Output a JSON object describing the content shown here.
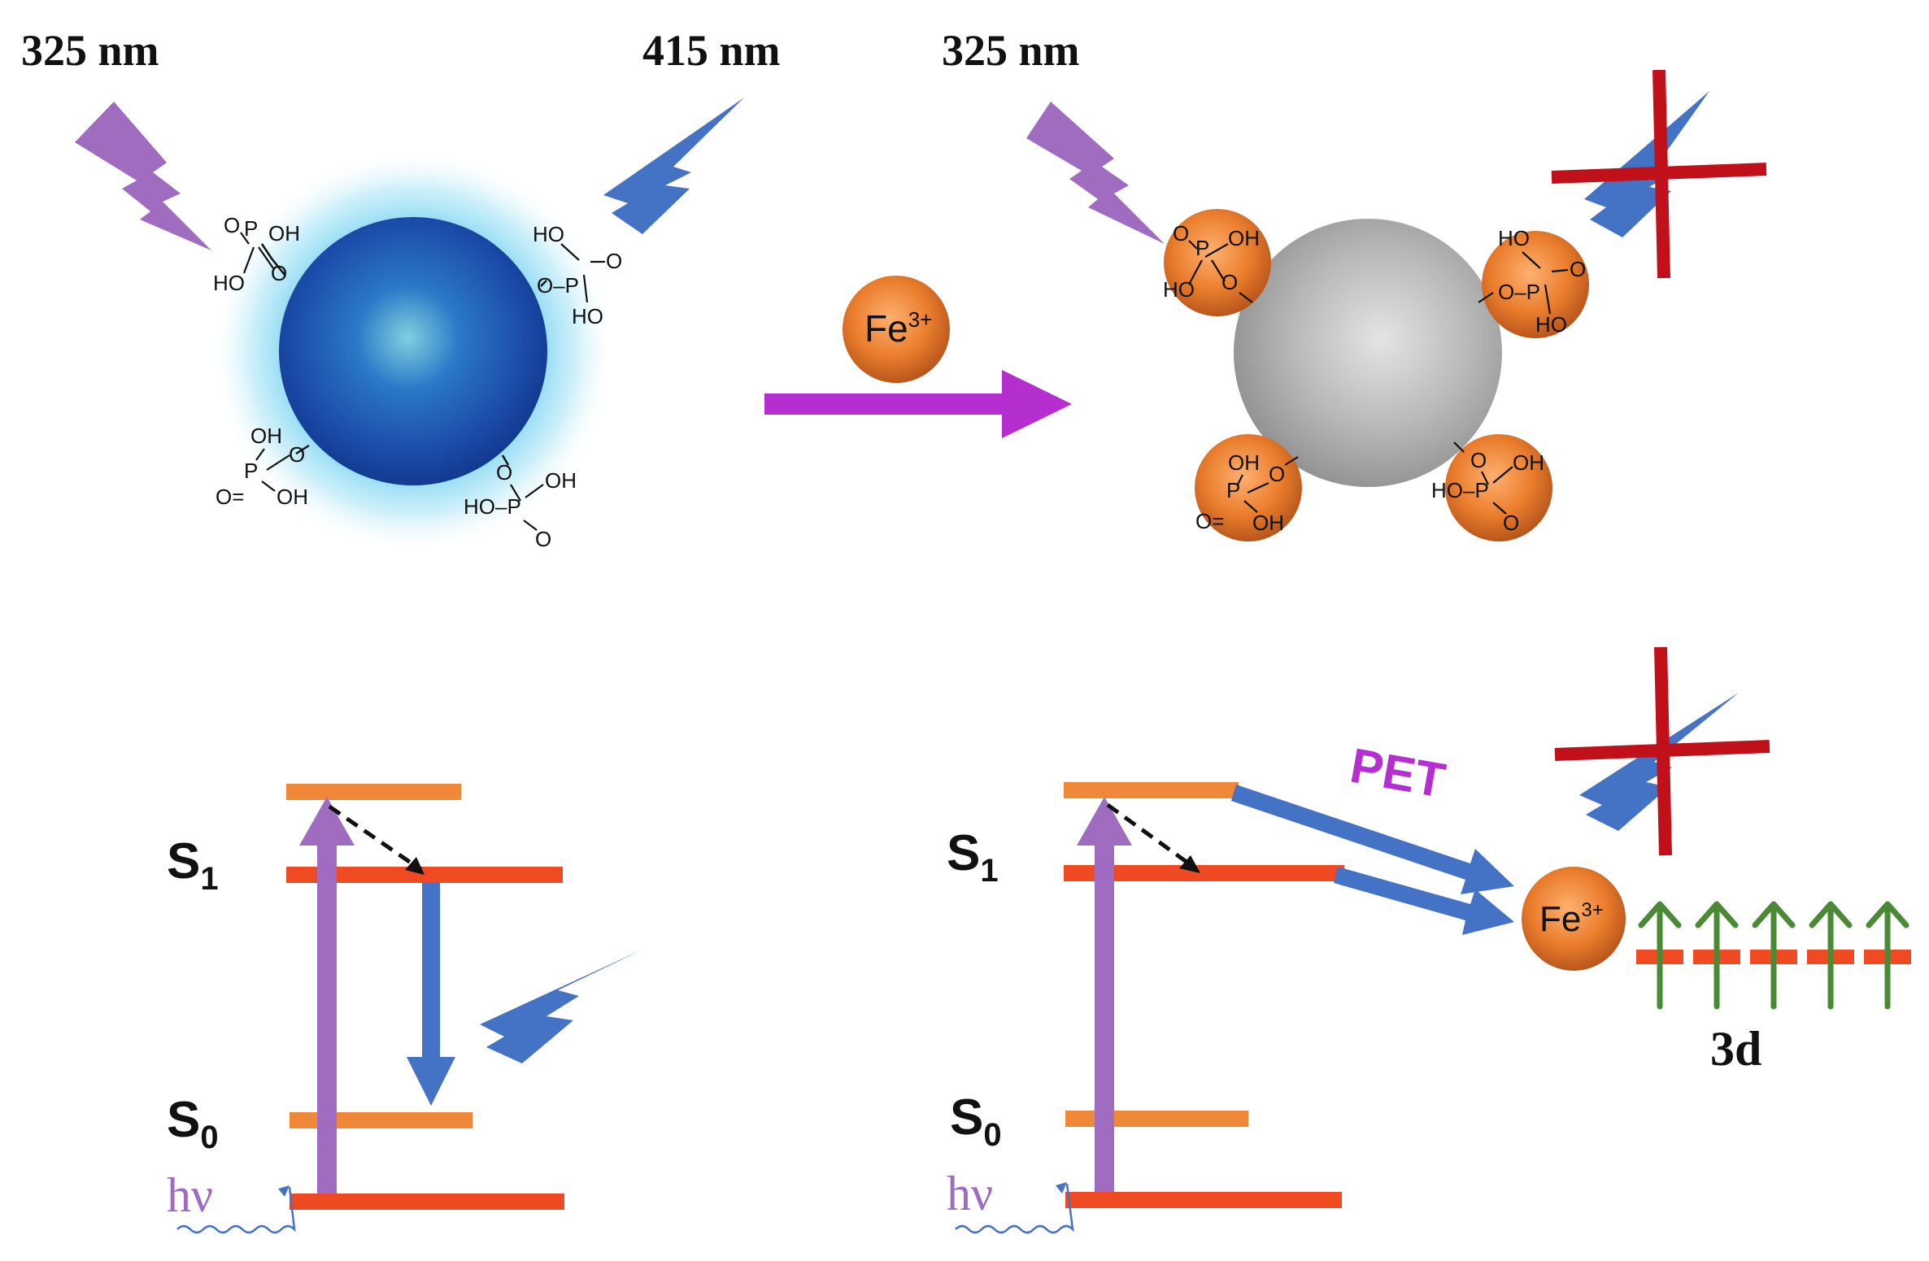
{
  "top": {
    "left_excitation_label": "325 nm",
    "emission_label": "415 nm",
    "right_excitation_label": "325 nm",
    "fe_ion_label": "Fe",
    "fe_ion_charge": "3+"
  },
  "chem_labels": {
    "O": "O",
    "OH": "OH",
    "HO": "HO",
    "P": "P",
    "HO_P": "HO–P",
    "O_P": "O–P",
    "O_eq": "O="
  },
  "bottom": {
    "s1_label": "S",
    "s1_sub": "1",
    "s0_label": "S",
    "s0_sub": "0",
    "hv_label": "hν",
    "pet_label": "PET",
    "fe_ion_label": "Fe",
    "fe_ion_charge": "3+",
    "orbital_label": "3d"
  },
  "colors": {
    "excitation_violet": "#a06cc0",
    "emission_blue": "#4472c4",
    "transfer_magenta": "#b52ecf",
    "level_orange": "#f0883a",
    "level_red": "#f04a23",
    "fe_orange": "#e87a2a",
    "quench_red": "#c0101a",
    "spin_green": "#4a8a34"
  }
}
